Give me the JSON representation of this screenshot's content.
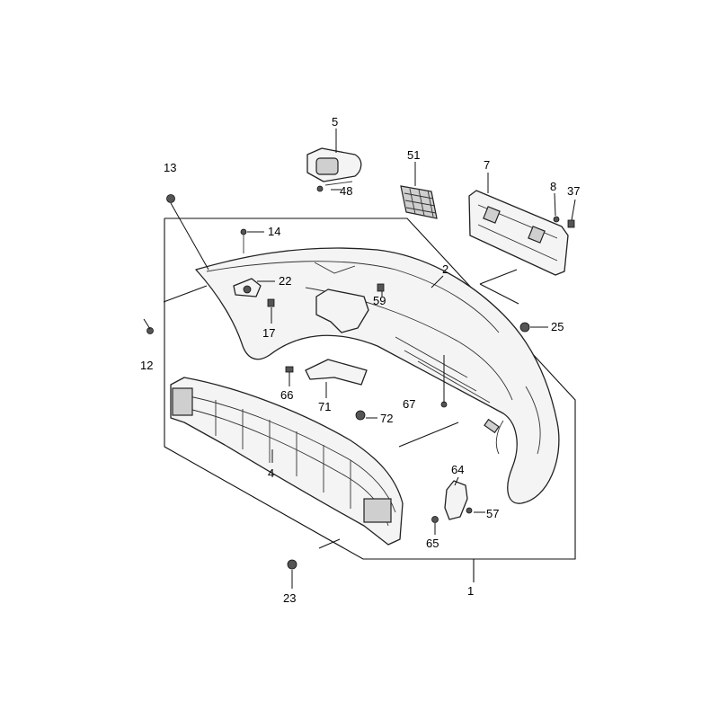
{
  "colors": {
    "line": "#111111",
    "part_fill": "#f4f4f4",
    "background": "#ffffff"
  },
  "callouts": [
    {
      "id": "c1",
      "text": "1"
    },
    {
      "id": "c2",
      "text": "2"
    },
    {
      "id": "c4",
      "text": "4"
    },
    {
      "id": "c5",
      "text": "5"
    },
    {
      "id": "c7",
      "text": "7"
    },
    {
      "id": "c8",
      "text": "8"
    },
    {
      "id": "c12",
      "text": "12"
    },
    {
      "id": "c13",
      "text": "13"
    },
    {
      "id": "c14",
      "text": "14"
    },
    {
      "id": "c17",
      "text": "17"
    },
    {
      "id": "c22",
      "text": "22"
    },
    {
      "id": "c23",
      "text": "23"
    },
    {
      "id": "c25",
      "text": "25"
    },
    {
      "id": "c37",
      "text": "37"
    },
    {
      "id": "c48",
      "text": "48"
    },
    {
      "id": "c51",
      "text": "51"
    },
    {
      "id": "c57",
      "text": "57"
    },
    {
      "id": "c59",
      "text": "59"
    },
    {
      "id": "c64",
      "text": "64"
    },
    {
      "id": "c65",
      "text": "65"
    },
    {
      "id": "c66",
      "text": "66"
    },
    {
      "id": "c67",
      "text": "67"
    },
    {
      "id": "c71",
      "text": "71"
    },
    {
      "id": "c72",
      "text": "72"
    }
  ]
}
